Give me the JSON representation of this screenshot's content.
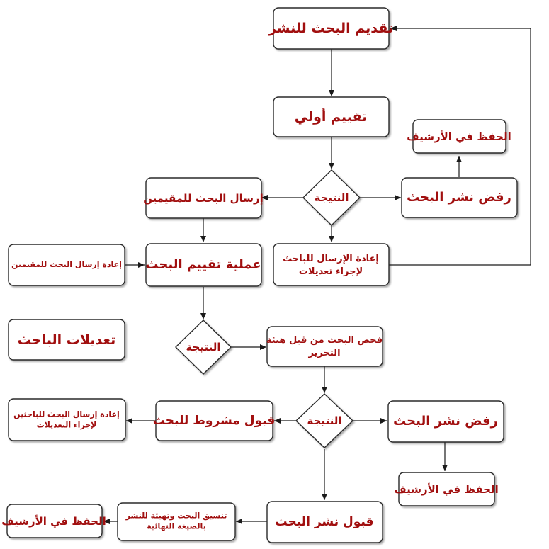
{
  "colors": {
    "text": "#a10f0f",
    "stroke": "#2b2b2b",
    "background": "#ffffff"
  },
  "nodes": {
    "submit": {
      "lines": [
        "تقديم البحث للنشر"
      ]
    },
    "initial_review": {
      "lines": [
        "تقييم أولي"
      ]
    },
    "result_1": {
      "lines": [
        "النتيجة"
      ]
    },
    "send_to_reviewers": {
      "lines": [
        "إرسال البحث للمقيمين"
      ]
    },
    "reject_1": {
      "lines": [
        "رفض نشر البحث"
      ]
    },
    "archive_1": {
      "lines": [
        "الحفظ في الأرشيف"
      ]
    },
    "resend_to_author": {
      "lines": [
        "إعادة الإرسال للباحث",
        "لإجراء تعديلات"
      ]
    },
    "review_process": {
      "lines": [
        "عملية تقييم البحث"
      ]
    },
    "resend_reviewers": {
      "lines": [
        "إعادة إرسال البحث للمقيمين"
      ]
    },
    "author_edits": {
      "lines": [
        "تعديلات الباحث"
      ]
    },
    "result_2": {
      "lines": [
        "النتيجة"
      ]
    },
    "editorial_check": {
      "lines": [
        "فحص البحث من قبل هيئة",
        "التحرير"
      ]
    },
    "result_3": {
      "lines": [
        "النتيجة"
      ]
    },
    "conditional_accept": {
      "lines": [
        "قبول مشروط للبحث"
      ]
    },
    "resend_to_authors": {
      "lines": [
        "إعادة إرسال البحث للباحثين",
        "لإجراء التعديلات"
      ]
    },
    "reject_2": {
      "lines": [
        "رفض نشر البحث"
      ]
    },
    "archive_2": {
      "lines": [
        "الحفظ في الأرشيف"
      ]
    },
    "accept": {
      "lines": [
        "قبول نشر البحث"
      ]
    },
    "format_final": {
      "lines": [
        "تنسيق البحث وتهيئة للنشر",
        "بالصيغة النهائية"
      ]
    },
    "archive_3": {
      "lines": [
        "الحفظ في الأرشيف"
      ]
    }
  }
}
